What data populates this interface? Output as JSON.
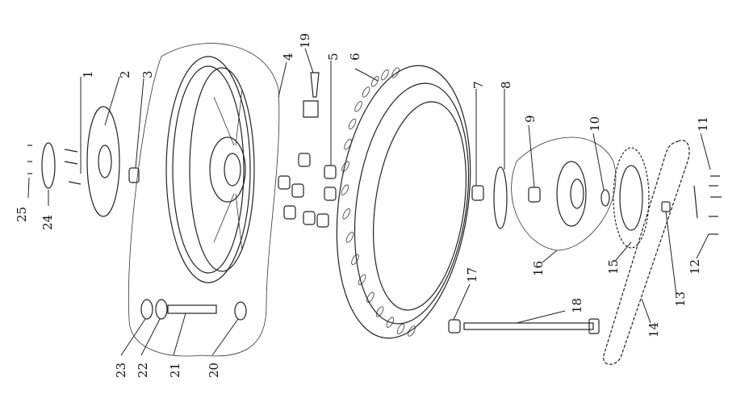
{
  "diagram": {
    "type": "exploded parts diagram",
    "callouts": [
      "1",
      "2",
      "3",
      "4",
      "5",
      "6",
      "7",
      "8",
      "9",
      "10",
      "11",
      "12",
      "13",
      "14",
      "15",
      "16",
      "17",
      "18",
      "19",
      "20",
      "21",
      "22",
      "23",
      "24",
      "25"
    ]
  }
}
